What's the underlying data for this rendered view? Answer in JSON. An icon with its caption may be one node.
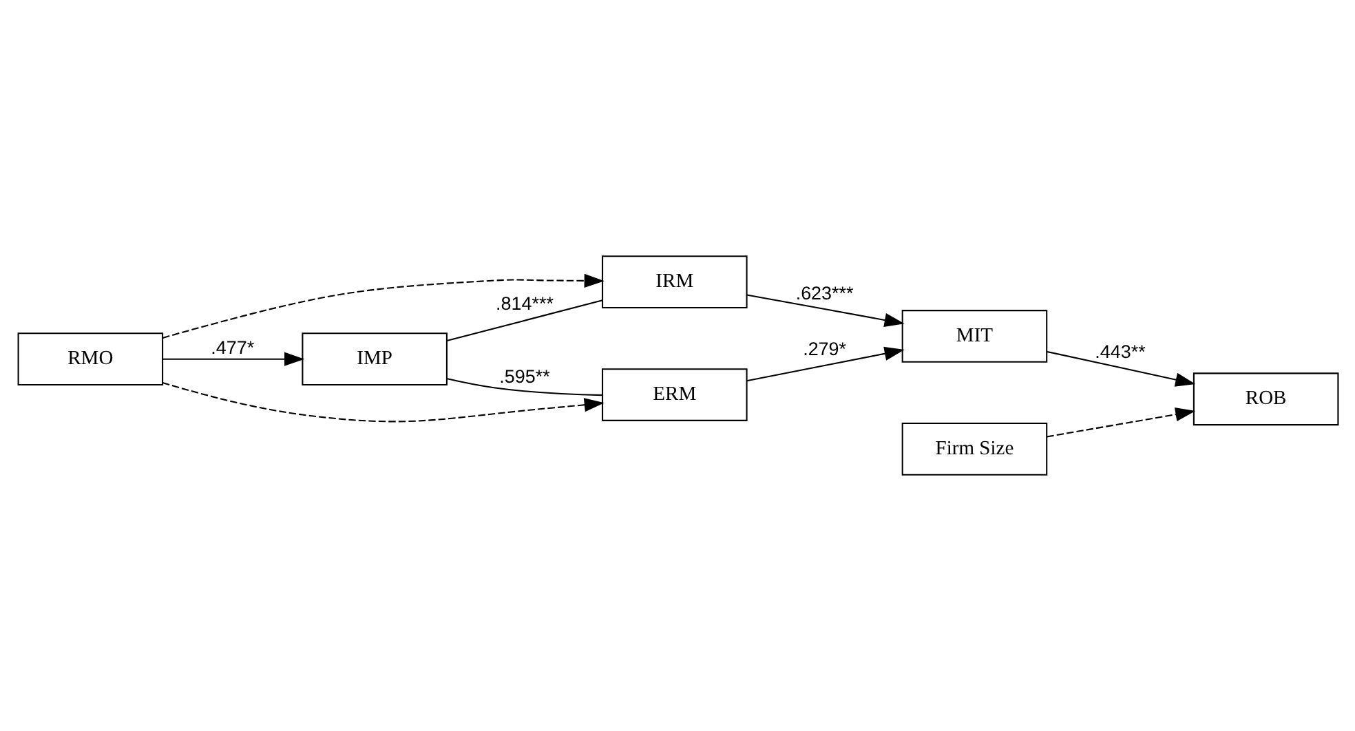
{
  "diagram": {
    "nodes": [
      {
        "text": [
          "RMO"
        ]
      },
      {
        "text": [
          "IMP"
        ]
      },
      {
        "text": [
          "IRM"
        ]
      },
      {
        "text": [
          "ERM"
        ]
      },
      {
        "text": [
          "MIT"
        ]
      },
      {
        "text": [
          "Firm Size"
        ]
      },
      {
        "text": [
          "ROB"
        ]
      }
    ],
    "edges": [
      {
        "from": 0,
        "to": 2,
        "arrow": "to",
        "style": "dashed"
      },
      {
        "from": 0,
        "to": 1,
        "arrow": "to",
        "label": ".477*"
      },
      {
        "from": 0,
        "to": 3,
        "arrow": "to",
        "style": "dashed"
      },
      {
        "from": 1,
        "to": 2,
        "arrow": "none",
        "label": ".814***"
      },
      {
        "from": 1,
        "to": 3,
        "arrow": "none",
        "label": ".595**"
      },
      {
        "from": 2,
        "to": 4,
        "arrow": "to",
        "label": ".623***"
      },
      {
        "from": 3,
        "to": 4,
        "arrow": "to",
        "label": ".279*"
      },
      {
        "from": 4,
        "to": 6,
        "arrow": "to",
        "label": ".443**"
      },
      {
        "from": 5,
        "to": 6,
        "arrow": "to",
        "style": "dashed"
      }
    ]
  }
}
